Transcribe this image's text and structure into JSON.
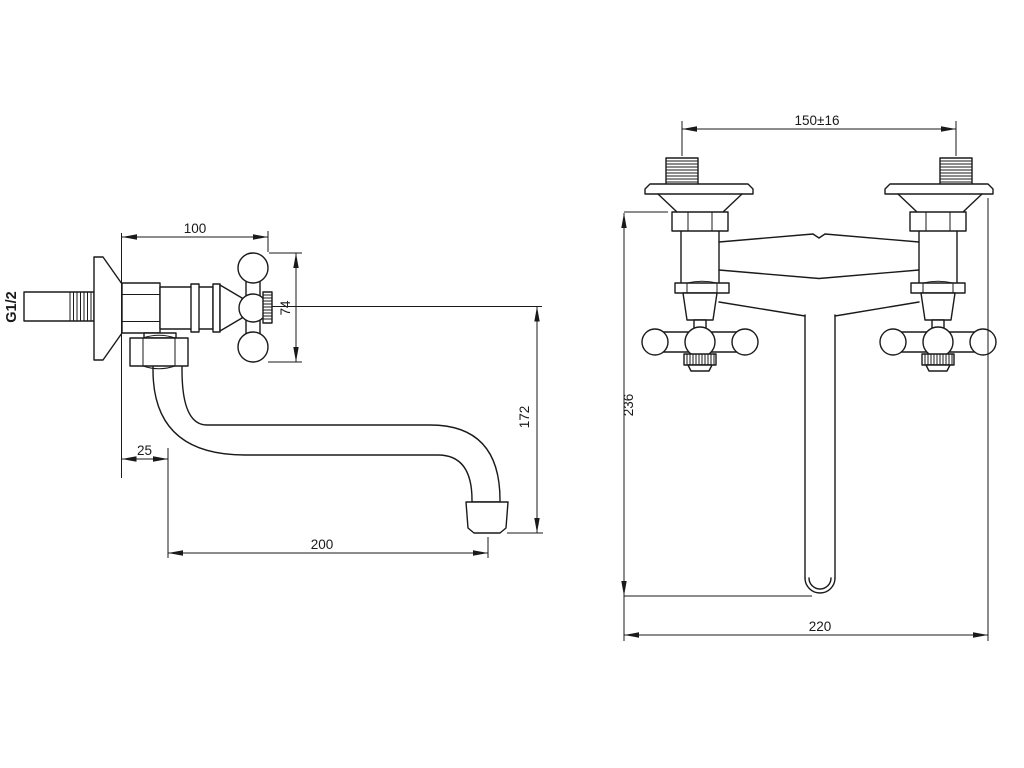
{
  "drawing": {
    "kind": "wall-mounted faucet technical drawing, two orthographic views",
    "side_view": {
      "inlet_thread_label": "G1/2",
      "wall_to_handle_end": "100",
      "handle_diameter": "74",
      "wall_to_spout_axis": "25",
      "spout_drop_height": "172",
      "spout_reach": "200"
    },
    "front_view": {
      "inlet_center_distance": "150±16",
      "overall_height": "236",
      "overall_width": "220"
    },
    "colors": {
      "line": "#1a1a1a",
      "background": "#ffffff",
      "arrow_fill": "#1a1a1a"
    }
  }
}
